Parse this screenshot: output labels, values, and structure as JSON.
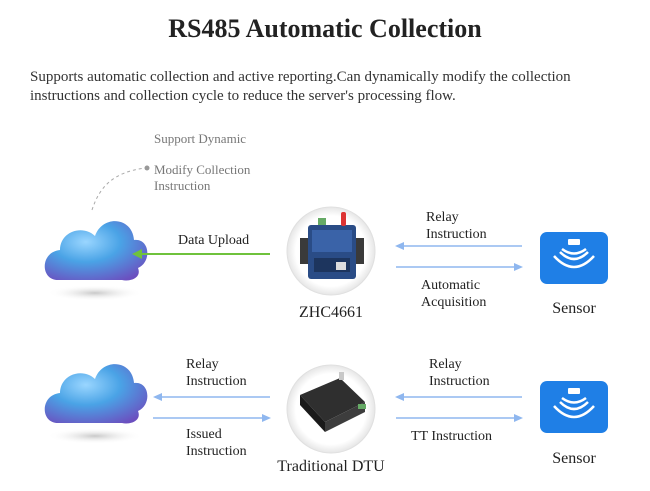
{
  "header": {
    "title": "RS485 Automatic Collection",
    "description": "Supports automatic collection and active reporting.Can dynamically modify the collection instructions and collection cycle to reduce the server's processing flow."
  },
  "top_section": {
    "note_line1": "Support Dynamic",
    "note_line2": "Modify Collection",
    "note_line3": "Instruction",
    "upload_label": "Data Upload",
    "device_name": "ZHC4661",
    "relay_line1": "Relay",
    "relay_line2": "Instruction",
    "auto_line1": "Automatic",
    "auto_line2": "Acquisition",
    "sensor_label": "Sensor"
  },
  "bottom_section": {
    "left_relay_line1": "Relay",
    "left_relay_line2": "Instruction",
    "issued_line1": "Issued",
    "issued_line2": "Instruction",
    "device_name": "Traditional DTU",
    "right_relay_line1": "Relay",
    "right_relay_line2": "Instruction",
    "tt_label": "TT Instruction",
    "sensor_label": "Sensor"
  },
  "colors": {
    "arrow_blue": "#8fb7ef",
    "arrow_green": "#6fc23c",
    "sensor_blue": "#1f7fe6"
  }
}
